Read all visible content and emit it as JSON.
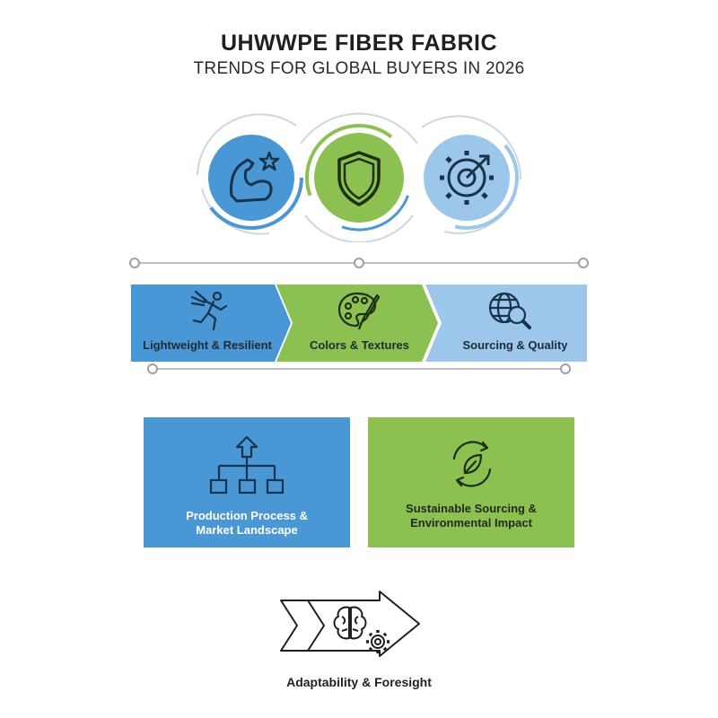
{
  "title": "UHWWPE FIBER FABRIC",
  "subtitle": "TRENDS FOR GLOBAL BUYERS IN 2026",
  "top_icons": [
    {
      "icon": "flexed-arm-star-icon",
      "color": "#4a97d6"
    },
    {
      "icon": "shield-icon",
      "color": "#8cc152"
    },
    {
      "icon": "gear-target-icon",
      "color": "#9cc7ea"
    }
  ],
  "chevrons": [
    {
      "label": "Lightweight & Resilient",
      "icon": "running-winged-figure-icon",
      "color": "#4a97d6"
    },
    {
      "label": "Colors & Textures",
      "icon": "palette-brush-icon",
      "color": "#8cc152"
    },
    {
      "label": "Sourcing & Quality",
      "icon": "globe-magnifier-icon",
      "color": "#9cc7ea"
    }
  ],
  "boxes": [
    {
      "line1": "Production Process &",
      "line2": "Market Landscape",
      "icon": "hierarchy-icon",
      "color": "#4a97d6"
    },
    {
      "line1": "Sustainable Sourcing &",
      "line2": "Environmental Impact",
      "icon": "leaf-cycle-icon",
      "color": "#8cc152"
    }
  ],
  "bottom": {
    "label": "Adaptability & Foresight",
    "icon": "brain-gear-arrow-icon"
  }
}
